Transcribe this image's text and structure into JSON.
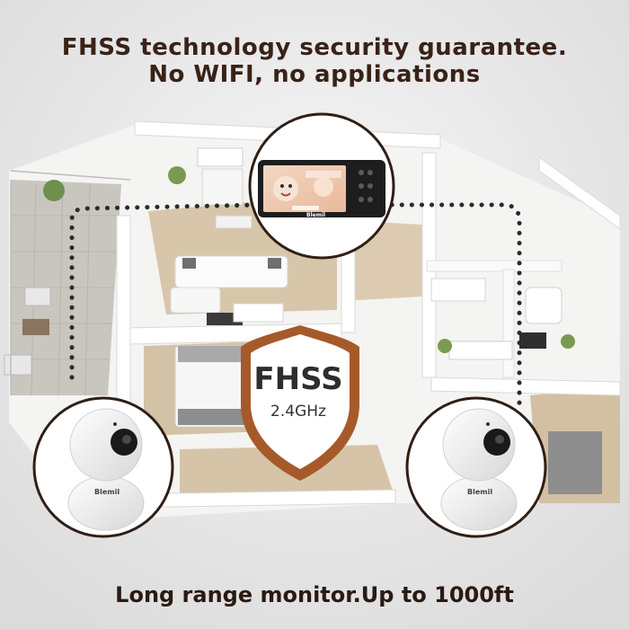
{
  "headline": {
    "line1": "FHSS technology security guarantee.",
    "line2": "No WIFI, no applications"
  },
  "badge": {
    "title": "FHSS",
    "subtitle": "2.4GHz"
  },
  "footer": {
    "caption": "Long range monitor.Up to 1000ft"
  },
  "monitor": {
    "brand": "Blemil"
  },
  "camera_left": {
    "brand": "Blemil"
  },
  "camera_right": {
    "brand": "Blemil"
  },
  "colors": {
    "accent_brown": "#a65a2a",
    "dark_text": "#3a2217",
    "dotted_line": "#2b2b2b",
    "floor": "#d6c4a8"
  },
  "icons": [
    "dotted-signal-path",
    "shield-badge",
    "baby-monitor",
    "pan-tilt-camera"
  ]
}
